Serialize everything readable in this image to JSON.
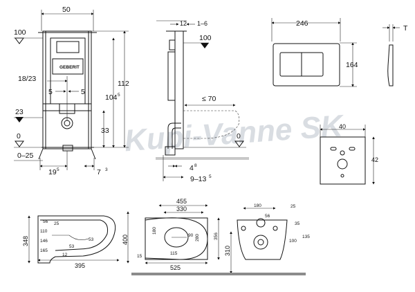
{
  "watermark": "Kupi-Vanne SK",
  "front_view": {
    "width_top": "50",
    "level_100": "100",
    "level_23": "23",
    "level_0": "0",
    "level_range": "0–25",
    "dim_18_23": "18/23",
    "dim_5_left": "5",
    "dim_5_right": "5",
    "height_112": "112",
    "height_104_main": "104",
    "height_104_sup": "5",
    "height_33": "33",
    "bottom_19_main": "19",
    "bottom_19_sup": "5",
    "bottom_7_main": "7",
    "bottom_7_sup": "3",
    "brand": "GEBERIT"
  },
  "side_view": {
    "dim_12": "12",
    "dim_1_6": "1–6",
    "level_100": "100",
    "dim_70": "≤ 70",
    "level_0": "0",
    "dim_4_main": "4",
    "dim_4_sup": "8",
    "dim_9_13_main": "9–13",
    "dim_9_13_sup": "5"
  },
  "flush_plate": {
    "width": "246",
    "height": "164",
    "thickness": "T"
  },
  "cover_plate": {
    "width": "40",
    "height": "42"
  },
  "bowl_side": {
    "height_348": "348",
    "height_400": "400",
    "length": "395",
    "sub_labels": [
      "53",
      "25",
      "56",
      "110",
      "146",
      "165",
      "53",
      "12"
    ]
  },
  "bowl_top": {
    "outer": "455",
    "inner": "330",
    "length": "525",
    "depth": "356",
    "side_180": "180",
    "dia_90": "90",
    "corner_15": "15",
    "offset_115": "115",
    "small_280": "280"
  },
  "bowl_rear": {
    "spacing": "180",
    "bolt": "25",
    "inlet": "56",
    "dim_35": "35",
    "dim_100": "100",
    "dim_135": "135",
    "height_310": "310"
  }
}
